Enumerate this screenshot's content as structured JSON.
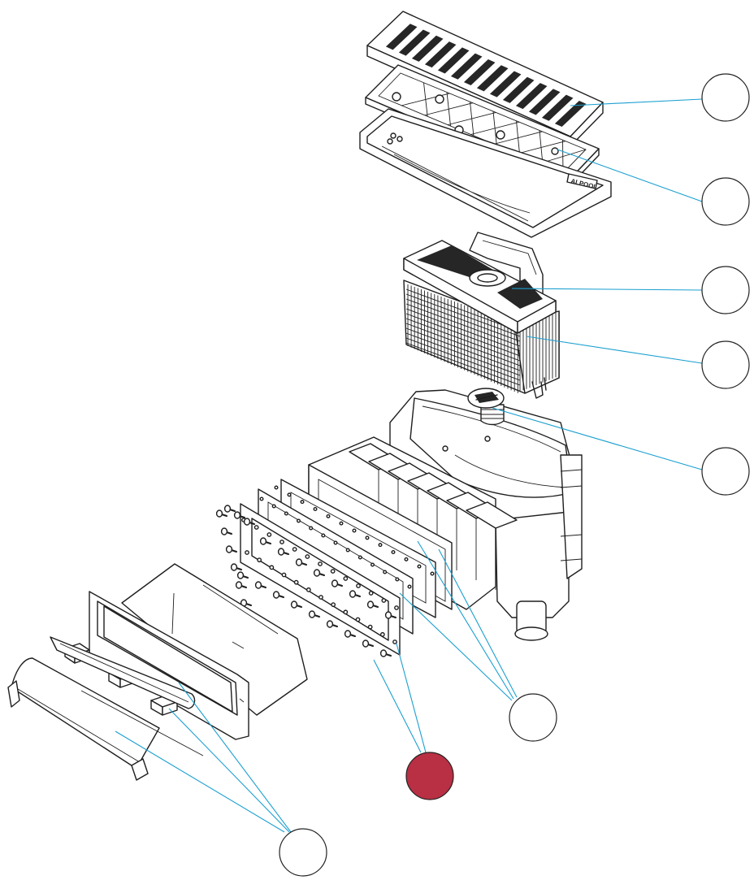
{
  "diagram": {
    "brand_mark": "ALPOOL",
    "colors": {
      "leader": "#1a9fd0",
      "outline": "#1e1e1e",
      "callout_selected": "#b92f44",
      "callout_default": "#ffffff"
    },
    "callouts": [
      {
        "id": "grate",
        "selected": false
      },
      {
        "id": "grate-frame",
        "selected": false
      },
      {
        "id": "basket-lid",
        "selected": false
      },
      {
        "id": "basket",
        "selected": false
      },
      {
        "id": "adjuster-plug",
        "selected": false
      },
      {
        "id": "flange-gaskets",
        "selected": false
      },
      {
        "id": "screws",
        "selected": true
      },
      {
        "id": "weir-flap",
        "selected": false
      }
    ]
  }
}
